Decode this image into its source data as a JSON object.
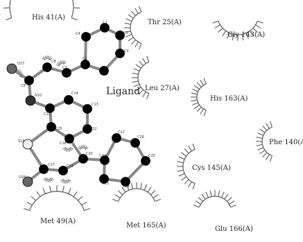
{
  "ligand_label": "Ligand",
  "colors": {
    "carbon": "#000000",
    "oxygen": "#666666",
    "nitrogen": "#333333",
    "sulfur": "#eeeeee",
    "bond": "#888888",
    "arc": "#666666"
  },
  "residues": [
    {
      "id": "his41",
      "label": "His 41(A)"
    },
    {
      "id": "thr25",
      "label": "Thr 25(A)"
    },
    {
      "id": "gly143",
      "label": "Gly 143(A)"
    },
    {
      "id": "leu27",
      "label": "Leu 27(A)"
    },
    {
      "id": "his163",
      "label": "His 163(A)"
    },
    {
      "id": "phe140",
      "label": "Phe 140(A"
    },
    {
      "id": "cys145",
      "label": "Cys 145(A)"
    },
    {
      "id": "met49",
      "label": "Met 49(A)"
    },
    {
      "id": "met165",
      "label": "Met 165(A)"
    },
    {
      "id": "glu166",
      "label": "Glu 166(A)"
    }
  ],
  "atoms": [
    {
      "id": "C1",
      "label": "C1",
      "element": "C"
    },
    {
      "id": "C2",
      "label": "C2",
      "element": "C"
    },
    {
      "id": "C3",
      "label": "C3",
      "element": "C"
    },
    {
      "id": "C4",
      "label": "C4",
      "element": "C"
    },
    {
      "id": "C5",
      "label": "C5",
      "element": "C"
    },
    {
      "id": "C6",
      "label": "C6",
      "element": "C"
    },
    {
      "id": "C7",
      "label": "C7",
      "element": "C"
    },
    {
      "id": "C8",
      "label": "C8",
      "element": "C"
    },
    {
      "id": "C9",
      "label": "C9",
      "element": "C"
    },
    {
      "id": "O27",
      "label": "O27",
      "element": "O"
    },
    {
      "id": "N10",
      "label": "N10",
      "element": "N"
    },
    {
      "id": "C11",
      "label": "C11",
      "element": "C"
    },
    {
      "id": "C12",
      "label": "C12",
      "element": "C"
    },
    {
      "id": "C13",
      "label": "C13",
      "element": "C"
    },
    {
      "id": "C14",
      "label": "C14",
      "element": "C"
    },
    {
      "id": "C15",
      "label": "C15",
      "element": "C"
    },
    {
      "id": "C18",
      "label": "C18",
      "element": "C"
    },
    {
      "id": "S16",
      "label": "S16",
      "element": "S"
    },
    {
      "id": "C17",
      "label": "C17",
      "element": "C"
    },
    {
      "id": "O28",
      "label": "O28",
      "element": "O"
    },
    {
      "id": "C19",
      "label": "C19",
      "element": "C"
    },
    {
      "id": "C20",
      "label": "C20",
      "element": "C"
    },
    {
      "id": "C21",
      "label": "C21",
      "element": "C"
    },
    {
      "id": "C22",
      "label": "C22",
      "element": "C"
    },
    {
      "id": "C23",
      "label": "C23",
      "element": "C"
    },
    {
      "id": "C24",
      "label": "C24",
      "element": "C"
    },
    {
      "id": "C25",
      "label": "C25",
      "element": "C"
    },
    {
      "id": "C26",
      "label": "C26",
      "element": "C"
    }
  ],
  "bonds": [
    [
      "C1",
      "C2"
    ],
    [
      "C2",
      "C3"
    ],
    [
      "C3",
      "C6"
    ],
    [
      "C6",
      "C5"
    ],
    [
      "C5",
      "C4"
    ],
    [
      "C4",
      "C1"
    ],
    [
      "C5",
      "C7"
    ],
    [
      "C7",
      "C8"
    ],
    [
      "C8",
      "C9"
    ],
    [
      "C9",
      "O27"
    ],
    [
      "C9",
      "N10"
    ],
    [
      "N10",
      "C11"
    ],
    [
      "C11",
      "C14"
    ],
    [
      "C14",
      "C13"
    ],
    [
      "C13",
      "C12"
    ],
    [
      "C12",
      "C18"
    ],
    [
      "C18",
      "C15"
    ],
    [
      "C15",
      "C11"
    ],
    [
      "C15",
      "S16"
    ],
    [
      "S16",
      "C17"
    ],
    [
      "C17",
      "O28"
    ],
    [
      "C17",
      "C19"
    ],
    [
      "C19",
      "C20"
    ],
    [
      "C20",
      "C18"
    ],
    [
      "C20",
      "C22"
    ],
    [
      "C22",
      "C21"
    ],
    [
      "C21",
      "C26"
    ],
    [
      "C26",
      "C25"
    ],
    [
      "C25",
      "C24"
    ],
    [
      "C24",
      "C23"
    ],
    [
      "C23",
      "C22"
    ]
  ]
}
